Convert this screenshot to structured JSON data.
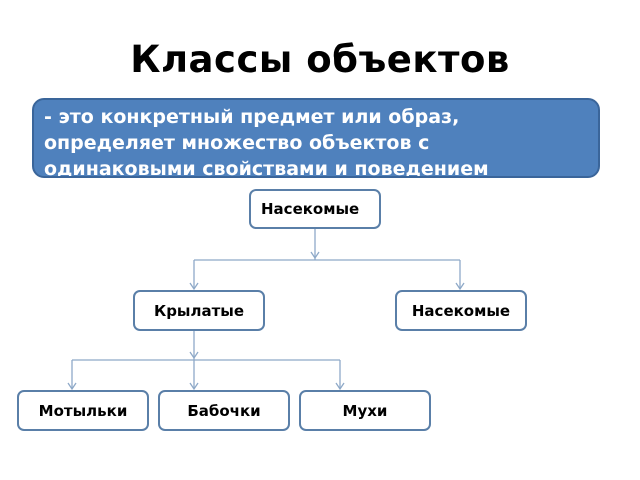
{
  "slide": {
    "title": "Классы объектов",
    "definition_lines": [
      "- это конкретный предмет или образ,",
      "определяет множество объектов с",
      "одинаковыми свойствами и поведением"
    ]
  },
  "tree": {
    "root": {
      "label": "Насекомые"
    },
    "level2": [
      {
        "label": "Крылатые"
      },
      {
        "label": "Насекомые"
      }
    ],
    "level3": [
      {
        "label": "Мотыльки"
      },
      {
        "label": "Бабочки"
      },
      {
        "label": "Мухи"
      }
    ]
  },
  "colors": {
    "definition_fill": "#4f81bd",
    "node_border": "#5a7fa8",
    "connector": "#8ea9c8"
  }
}
